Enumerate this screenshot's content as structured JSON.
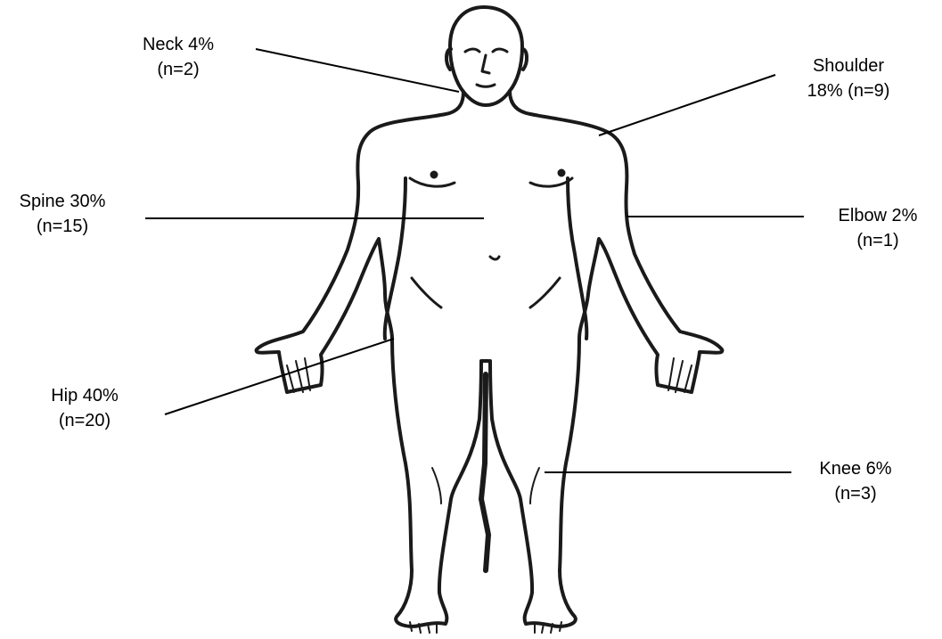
{
  "colors": {
    "ink": "#1a1a1a",
    "leader": "#000000",
    "background": "#ffffff"
  },
  "body_figure": {
    "icon": "human-body-front-outline-icon"
  },
  "labels": {
    "neck": {
      "line1": "Neck 4%",
      "line2": "(n=2)"
    },
    "shoulder": {
      "line1": "Shoulder",
      "line2": "18% (n=9)"
    },
    "spine": {
      "line1": "Spine 30%",
      "line2": "(n=15)"
    },
    "elbow": {
      "line1": "Elbow 2%",
      "line2": "(n=1)"
    },
    "hip": {
      "line1": "Hip 40%",
      "line2": "(n=20)"
    },
    "knee": {
      "line1": "Knee 6%",
      "line2": "(n=3)"
    }
  }
}
